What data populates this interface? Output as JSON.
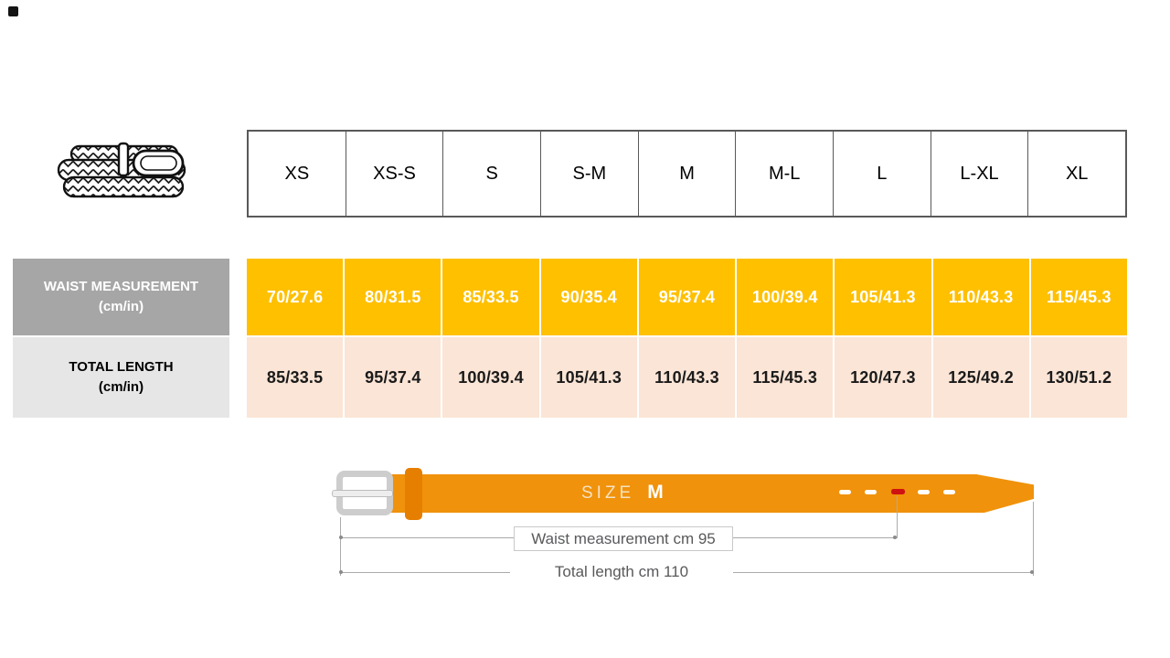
{
  "size_table": {
    "sizes": [
      "XS",
      "XS-S",
      "S",
      "S-M",
      "M",
      "M-L",
      "L",
      "L-XL",
      "XL"
    ],
    "rows": [
      {
        "label_line1": "WAIST MEASUREMENT",
        "label_line2": "(cm/in)",
        "values": [
          "70/27.6",
          "80/31.5",
          "85/33.5",
          "90/35.4",
          "95/37.4",
          "100/39.4",
          "105/41.3",
          "110/43.3",
          "115/45.3"
        ]
      },
      {
        "label_line1": "TOTAL LENGTH",
        "label_line2": "(cm/in)",
        "values": [
          "85/33.5",
          "95/37.4",
          "100/39.4",
          "105/41.3",
          "110/43.3",
          "115/45.3",
          "120/47.3",
          "125/49.2",
          "130/51.2"
        ]
      }
    ]
  },
  "diagram": {
    "size_label": "SIZE",
    "size_value": "M",
    "waist_note": "Waist measurement cm 95",
    "length_note": "Total length cm 110"
  },
  "icons": {
    "belt_illustration": "braided-belt-icon"
  },
  "colors": {
    "waist_row_bg": "#FFC000",
    "length_row_bg": "#FBE5D6",
    "waist_label_bg": "#A6A6A6",
    "length_label_bg": "#E7E6E6",
    "belt_diagram": "#F0920B",
    "belt_keeper": "#E67E00",
    "selected_hole": "#CE1212",
    "header_border": "#595959"
  }
}
